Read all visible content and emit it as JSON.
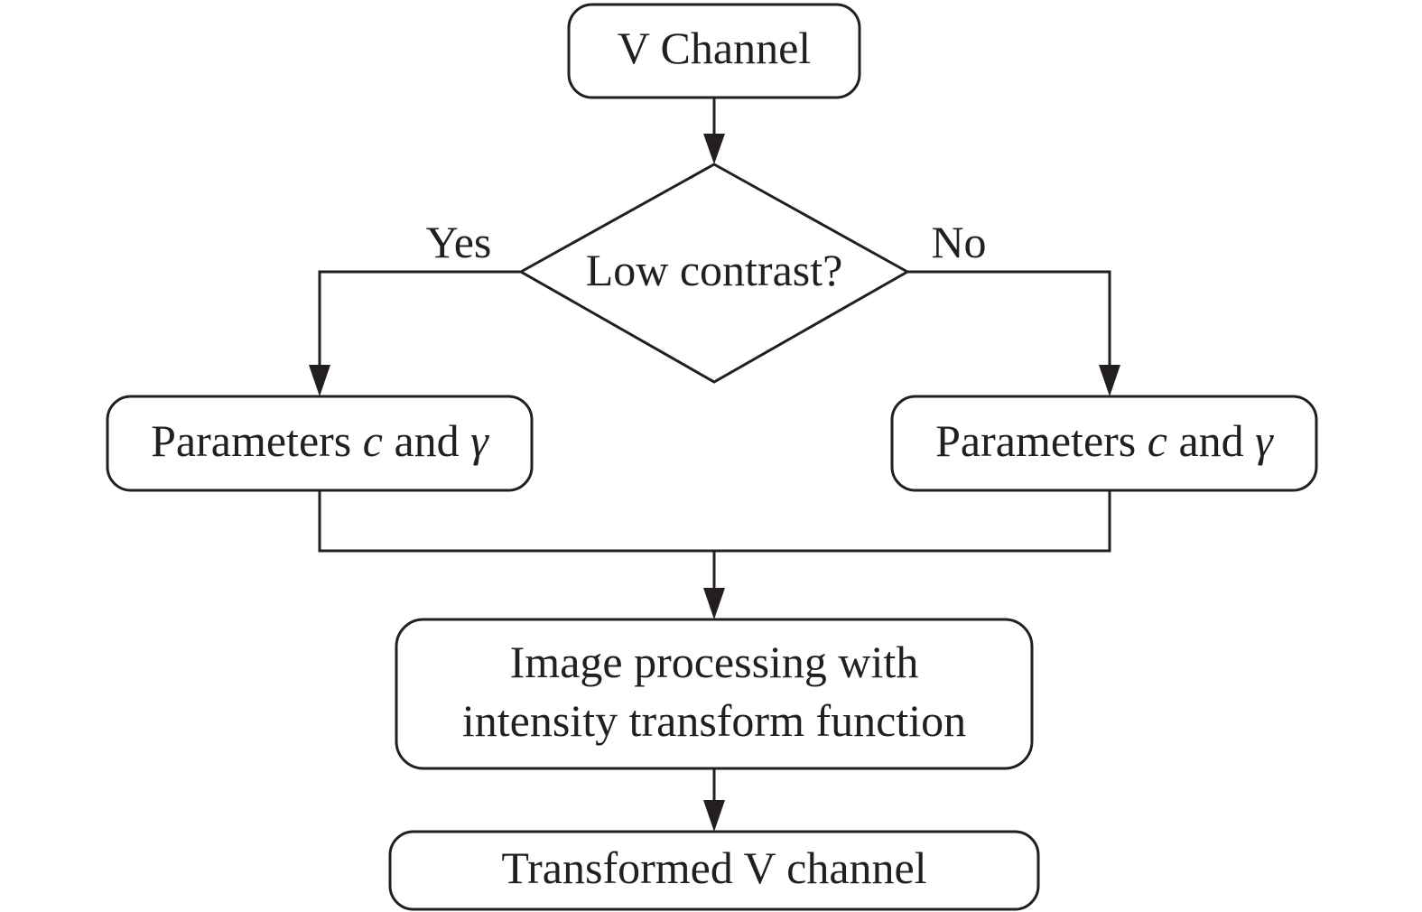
{
  "diagram": {
    "nodes": {
      "v_channel": "V Channel",
      "decision": "Low contrast?",
      "params_left": {
        "prefix": "Parameters ",
        "var1": "c",
        "mid": " and ",
        "var2": "γ"
      },
      "params_right": {
        "prefix": "Parameters ",
        "var1": "c",
        "mid": " and ",
        "var2": "γ"
      },
      "processing": {
        "line1": "Image processing with",
        "line2": "intensity transform function"
      },
      "output": "Transformed V channel"
    },
    "edges": {
      "yes_label": "Yes",
      "no_label": "No"
    },
    "colors": {
      "stroke": "#231f20",
      "background": "#ffffff"
    }
  }
}
